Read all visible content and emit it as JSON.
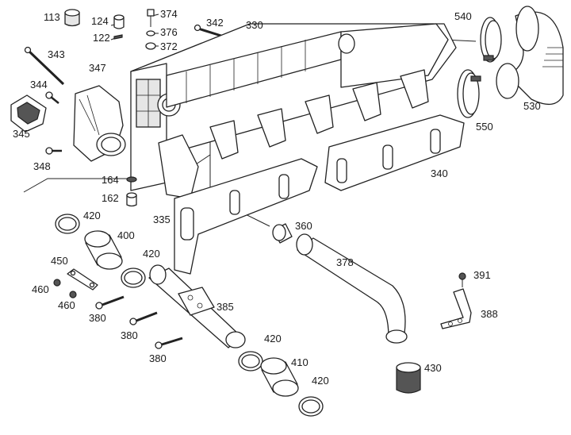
{
  "diagram": {
    "type": "exploded-parts-diagram",
    "line_color": "#222222",
    "background": "#ffffff",
    "labels": {
      "p113": "113",
      "p124": "124",
      "p374": "374",
      "p342": "342",
      "p330": "330",
      "p540": "540",
      "p122": "122",
      "p376": "376",
      "p372": "372",
      "p343": "343",
      "p347": "347",
      "p344": "344",
      "p345": "345",
      "p348": "348",
      "p164": "164",
      "p162": "162",
      "p420a": "420",
      "p400": "400",
      "p420b": "420",
      "p450": "450",
      "p460a": "460",
      "p460b": "460",
      "p380a": "380",
      "p380b": "380",
      "p380c": "380",
      "p385": "385",
      "p335": "335",
      "p360": "360",
      "p378": "378",
      "p391": "391",
      "p388": "388",
      "p420c": "420",
      "p410": "410",
      "p420d": "420",
      "p430": "430",
      "p530": "530",
      "p550": "550",
      "p340": "340"
    }
  }
}
